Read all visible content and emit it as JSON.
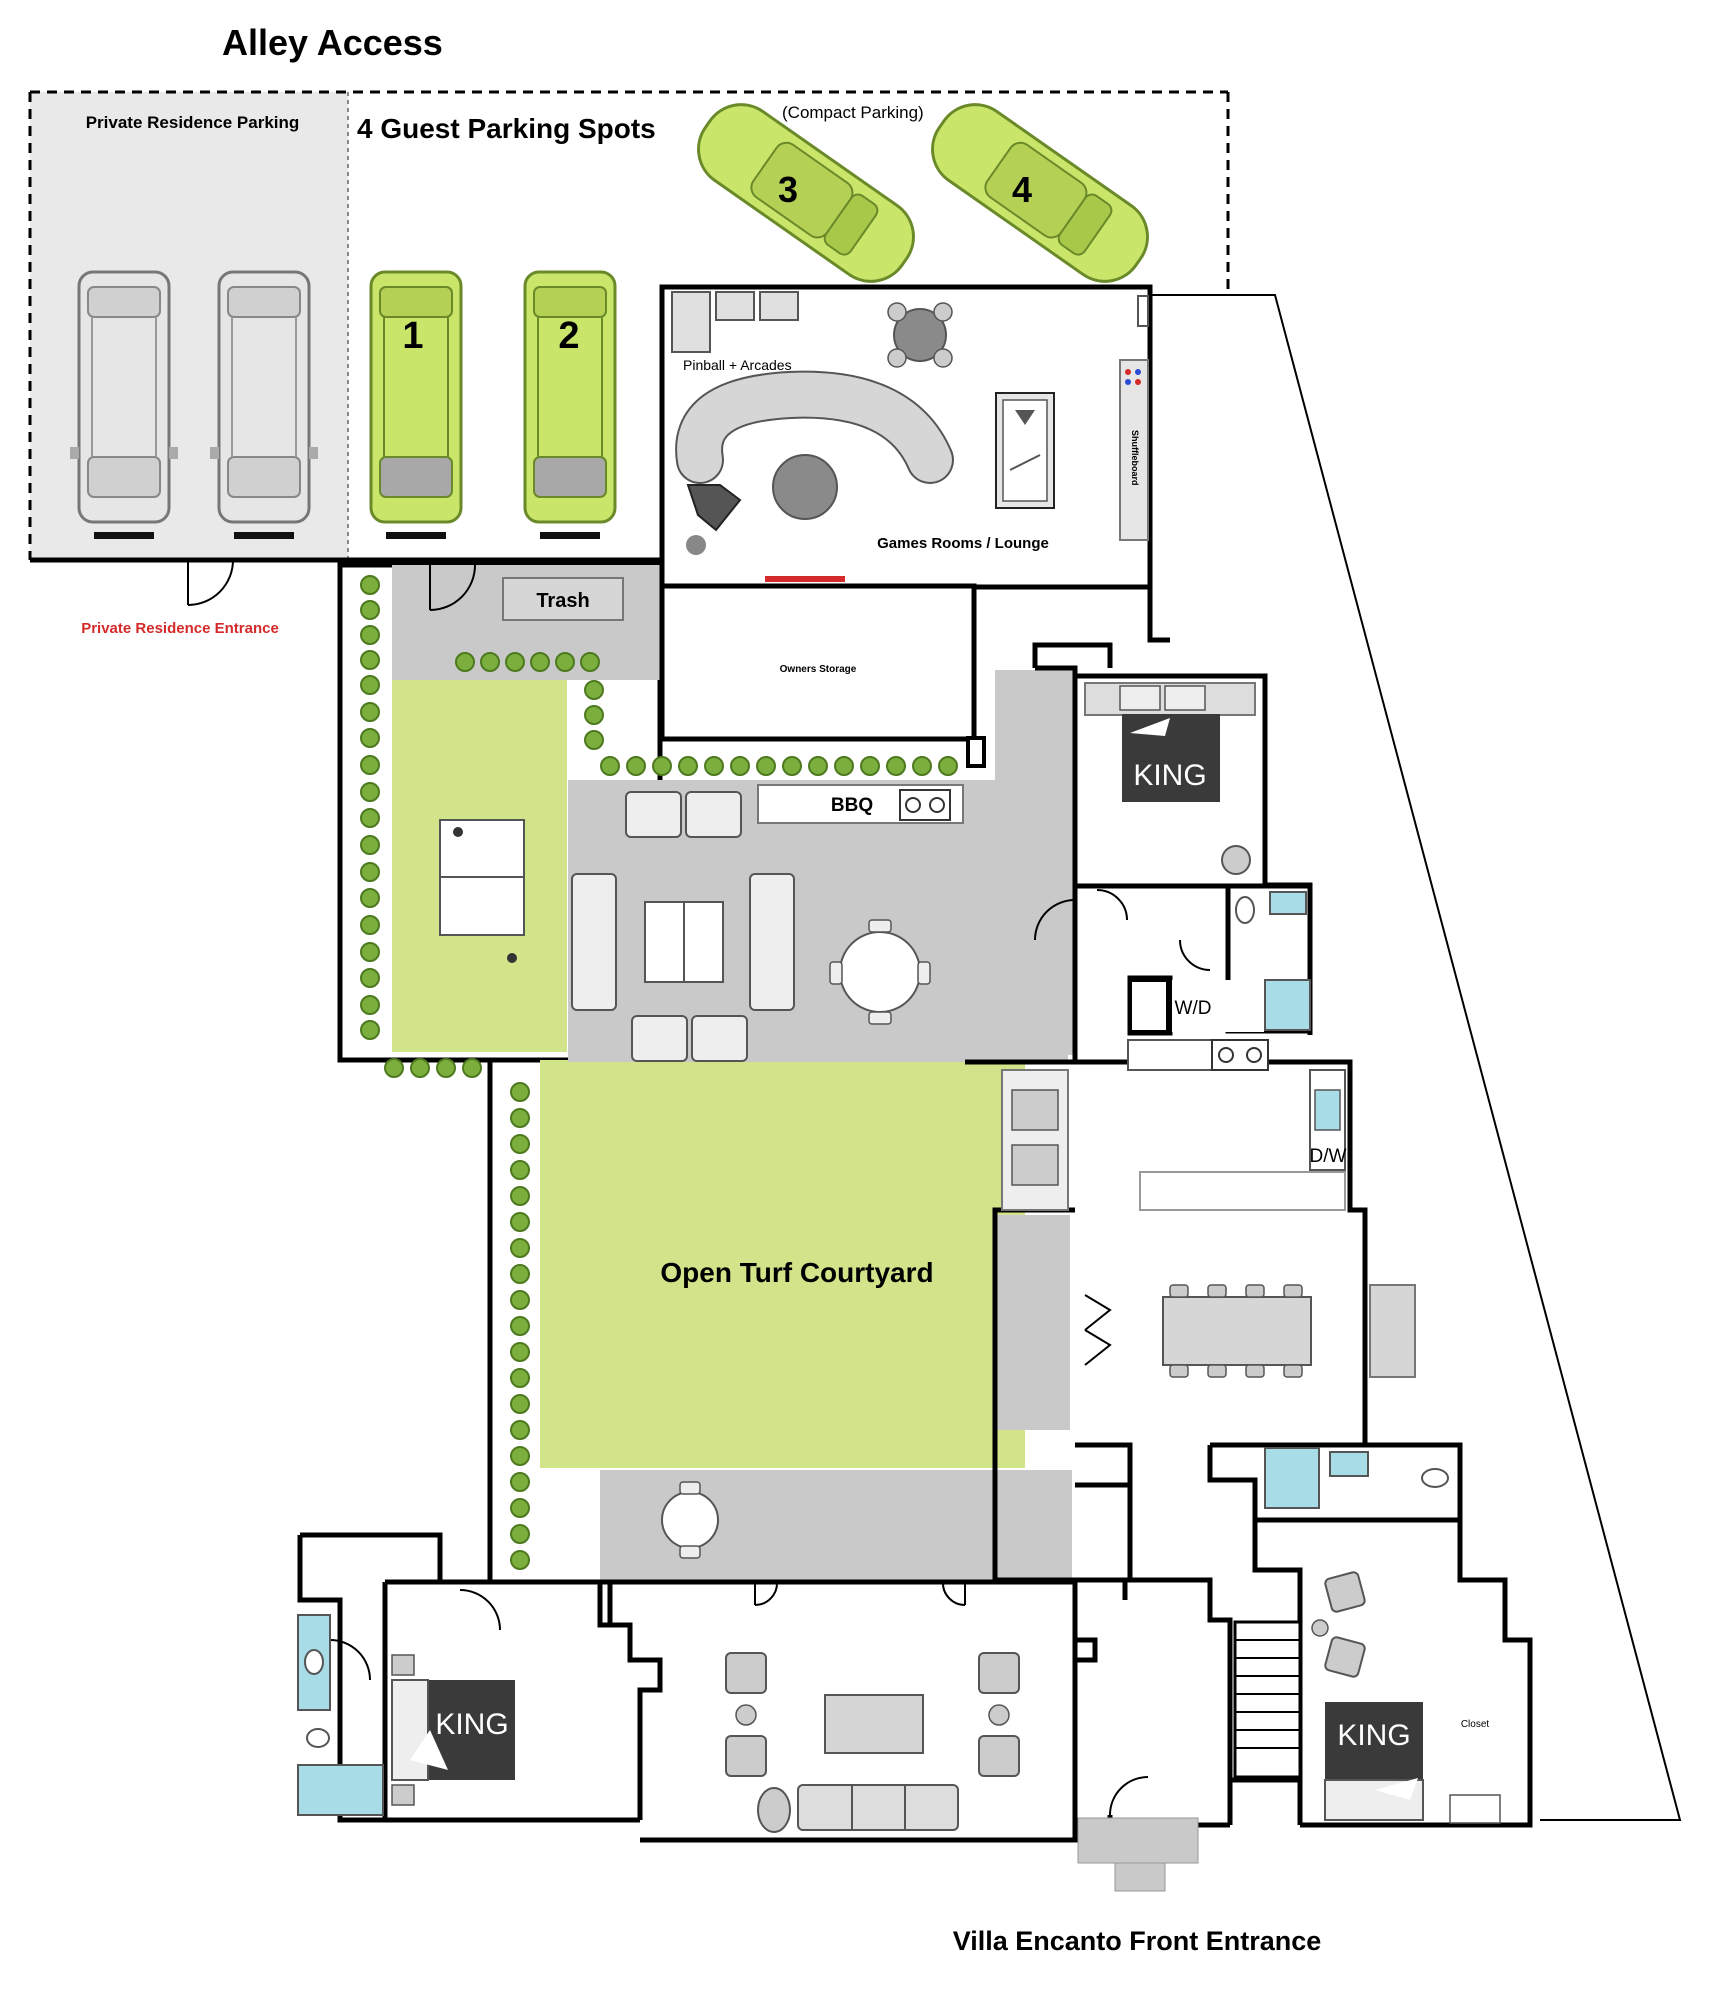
{
  "title": "Alley Access",
  "parking": {
    "private_label": "Private Residence Parking",
    "guest_label": "4 Guest Parking Spots",
    "compact_label": "(Compact Parking)",
    "spot_numbers": [
      "1",
      "2",
      "3",
      "4"
    ],
    "private_entrance": "Private Residence Entrance"
  },
  "rooms": {
    "trash": "Trash",
    "owners_storage": "Owners Storage",
    "pinball": "Pinball + Arcades",
    "games_lounge": "Games Rooms / Lounge",
    "shuffleboard": "Shuffleboard",
    "bbq": "BBQ",
    "courtyard": "Open Turf Courtyard",
    "wd": "W/D",
    "dw": "D/W",
    "closet": "Closet",
    "king": "KING"
  },
  "front_entrance": "Villa Encanto Front Entrance",
  "colors": {
    "wall": "#000000",
    "turf": "#d2e48a",
    "car_green": "#c9e56a",
    "patio_gray": "#c9c9c9",
    "parking_gray": "#e9e9e9",
    "water_blue": "#a8dde8",
    "bed_dark": "#3a3a3a",
    "hedge": "#7cae3e",
    "entrance_red": "#d42a2a"
  }
}
